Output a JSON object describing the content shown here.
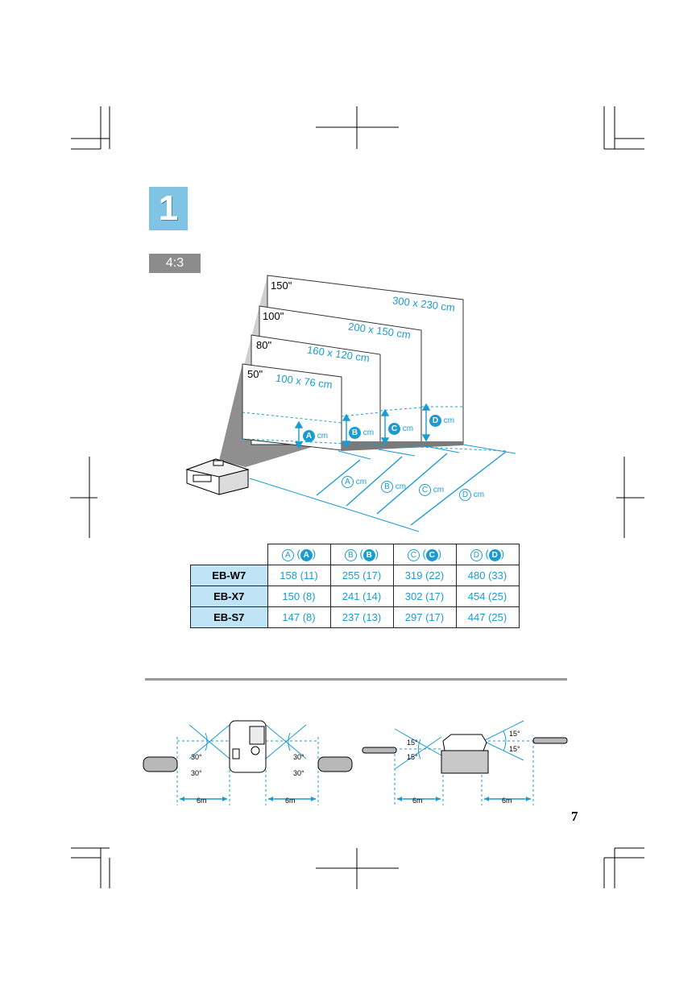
{
  "step": {
    "number": "1"
  },
  "aspect_label": "4:3",
  "screens": [
    {
      "size": "150\"",
      "dims": "300 x 230 cm"
    },
    {
      "size": "100\"",
      "dims": "200 x 150 cm"
    },
    {
      "size": "80\"",
      "dims": "160 x 120 cm"
    },
    {
      "size": "50\"",
      "dims": "100 x 76 cm"
    }
  ],
  "diagram_labels": {
    "A": "A",
    "B": "B",
    "C": "C",
    "D": "D",
    "unit": "cm"
  },
  "table": {
    "columns": [
      {
        "outline": "A",
        "filled": "A"
      },
      {
        "outline": "B",
        "filled": "B"
      },
      {
        "outline": "C",
        "filled": "C"
      },
      {
        "outline": "D",
        "filled": "D"
      }
    ],
    "rows": [
      {
        "model": "EB-W7",
        "values": [
          "158 (11)",
          "255 (17)",
          "319 (22)",
          "480 (33)"
        ]
      },
      {
        "model": "EB-X7",
        "values": [
          "150 (8)",
          "241 (14)",
          "302 (17)",
          "454 (25)"
        ]
      },
      {
        "model": "EB-S7",
        "values": [
          "147 (8)",
          "237 (13)",
          "297 (17)",
          "447 (25)"
        ]
      }
    ]
  },
  "remote": {
    "h_angle": "30°",
    "v_angle": "15°",
    "distance": "6m"
  },
  "page_number": "7",
  "colors": {
    "accent": "#1b9bd1",
    "step_bg": "#7fc4e4",
    "header_bg": "#bfe4f5"
  }
}
